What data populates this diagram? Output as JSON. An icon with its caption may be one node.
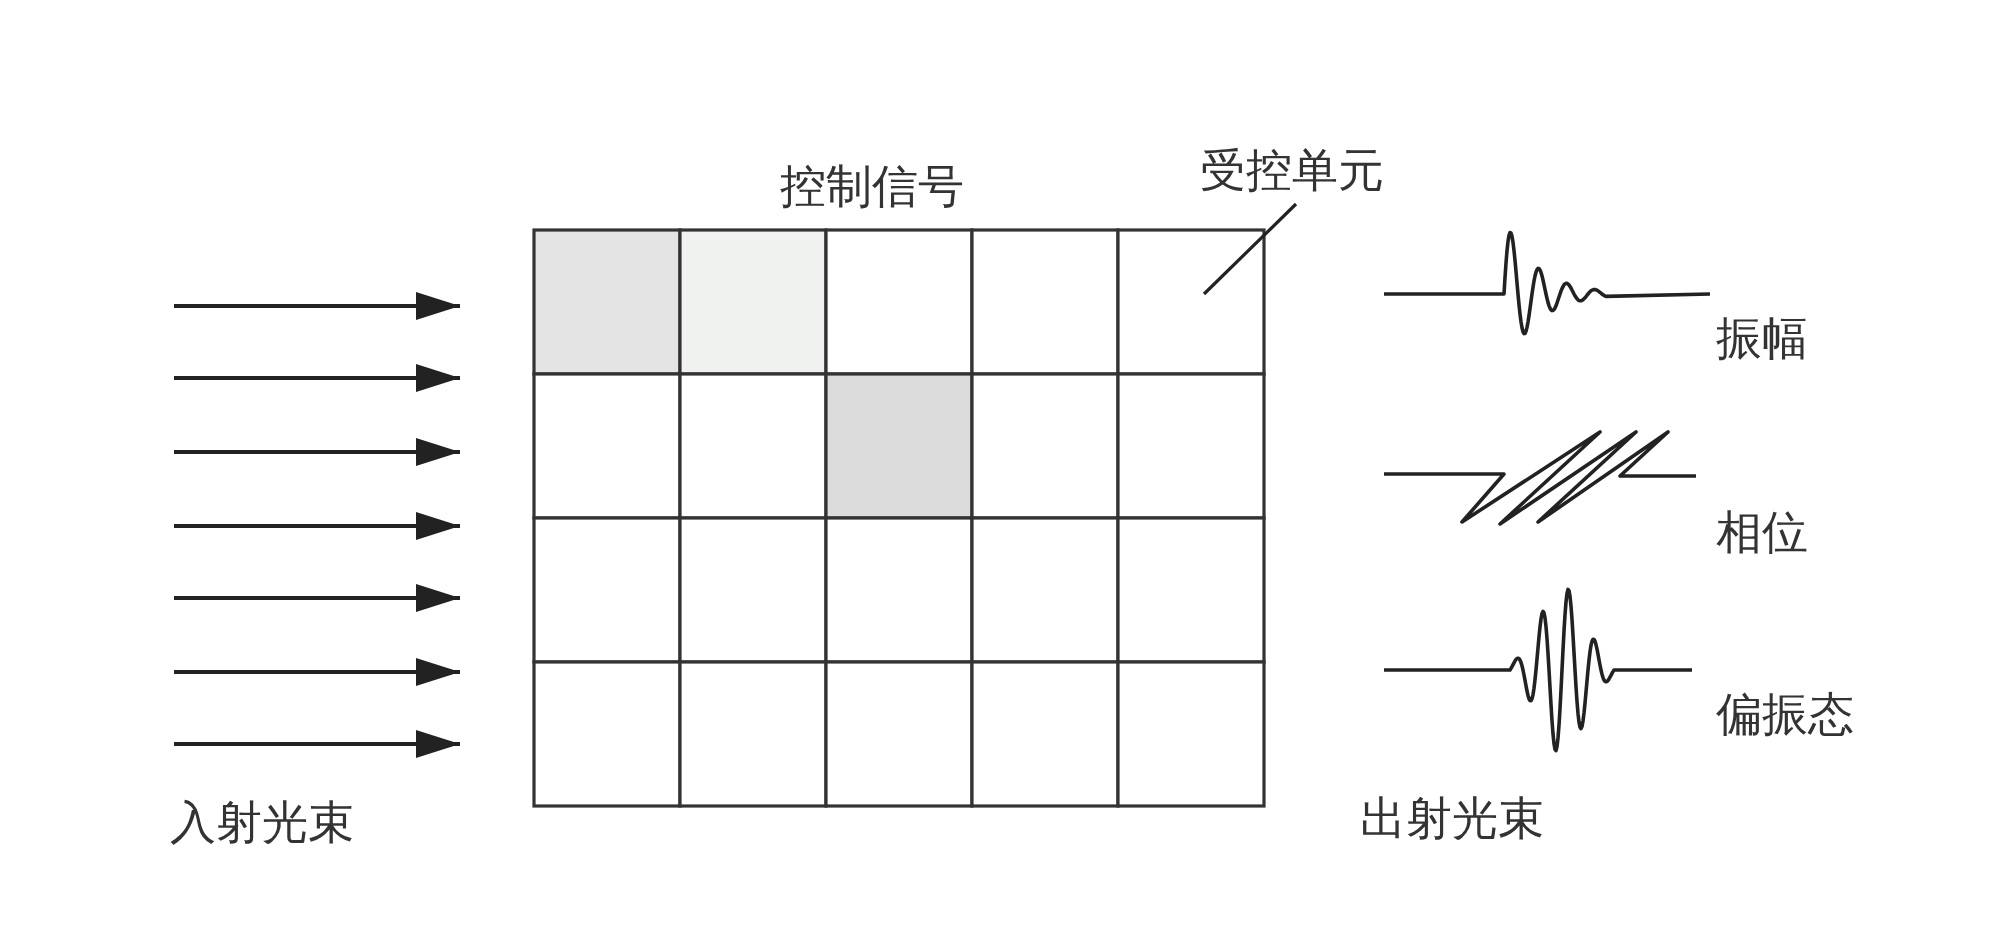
{
  "diagram": {
    "nodes": [
      {
        "text": [
          "受控单元"
        ]
      },
      {
        "text": [],
        "shape": "box"
      }
    ],
    "edges": [
      {
        "from": 0,
        "to": 1,
        "arrow": "none"
      }
    ],
    "labels": [
      "控制信号",
      "振幅",
      "相位",
      "偏振态",
      "入射光束",
      "出射光束"
    ]
  }
}
